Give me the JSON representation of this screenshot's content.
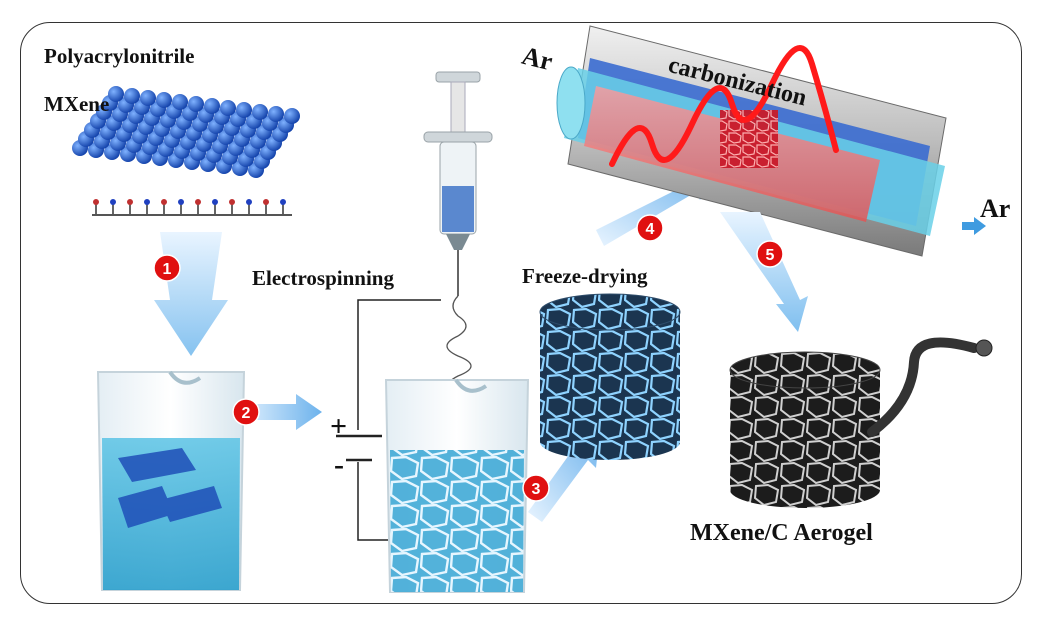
{
  "labels": {
    "polyacrylonitrile": "Polyacrylonitrile",
    "mxene": "MXene",
    "electrospinning": "Electrospinning",
    "freeze_drying": "Freeze-drying",
    "carbonization": "carbonization",
    "ar_in": "Ar",
    "ar_out": "Ar",
    "plus": "+",
    "minus": "-",
    "product": "MXene/C Aerogel"
  },
  "steps": [
    "1",
    "2",
    "3",
    "4",
    "5"
  ],
  "colors": {
    "step_badge": "#e01010",
    "arrow": "#7fbfef",
    "tube_outer": "#9a9a9a",
    "tube_inner": "#3f6fd0",
    "heater": "#ff2020",
    "liquid": "#3fb3d8",
    "atom_blue": "#1e5fd6"
  }
}
